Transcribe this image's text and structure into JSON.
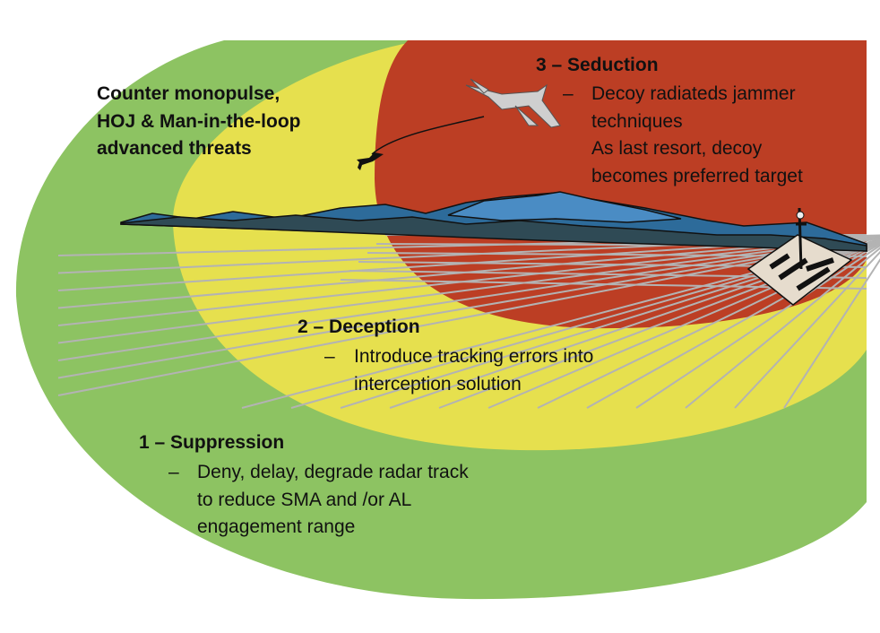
{
  "colors": {
    "suppression_zone": "#8dc362",
    "deception_zone": "#e6e04e",
    "seduction_zone": "#bc3e24",
    "grid": "#b3b3b3"
  },
  "threats": {
    "lines": [
      "Counter monopulse,",
      "HOJ & Man-in-the-loop",
      "advanced threats"
    ]
  },
  "seduction": {
    "title": "3 – Seduction",
    "dash": "–",
    "lines": [
      "Decoy radiateds jammer",
      "techniques",
      "As last resort, decoy",
      "becomes preferred target"
    ]
  },
  "deception": {
    "title": "2 – Deception",
    "dash": "–",
    "lines": [
      "Introduce tracking errors into",
      "interception solution"
    ]
  },
  "suppression": {
    "title": "1 – Suppression",
    "dash": "–",
    "lines": [
      "Deny, delay, degrade radar track",
      "to reduce SMA and /or AL",
      "engagement range"
    ]
  }
}
